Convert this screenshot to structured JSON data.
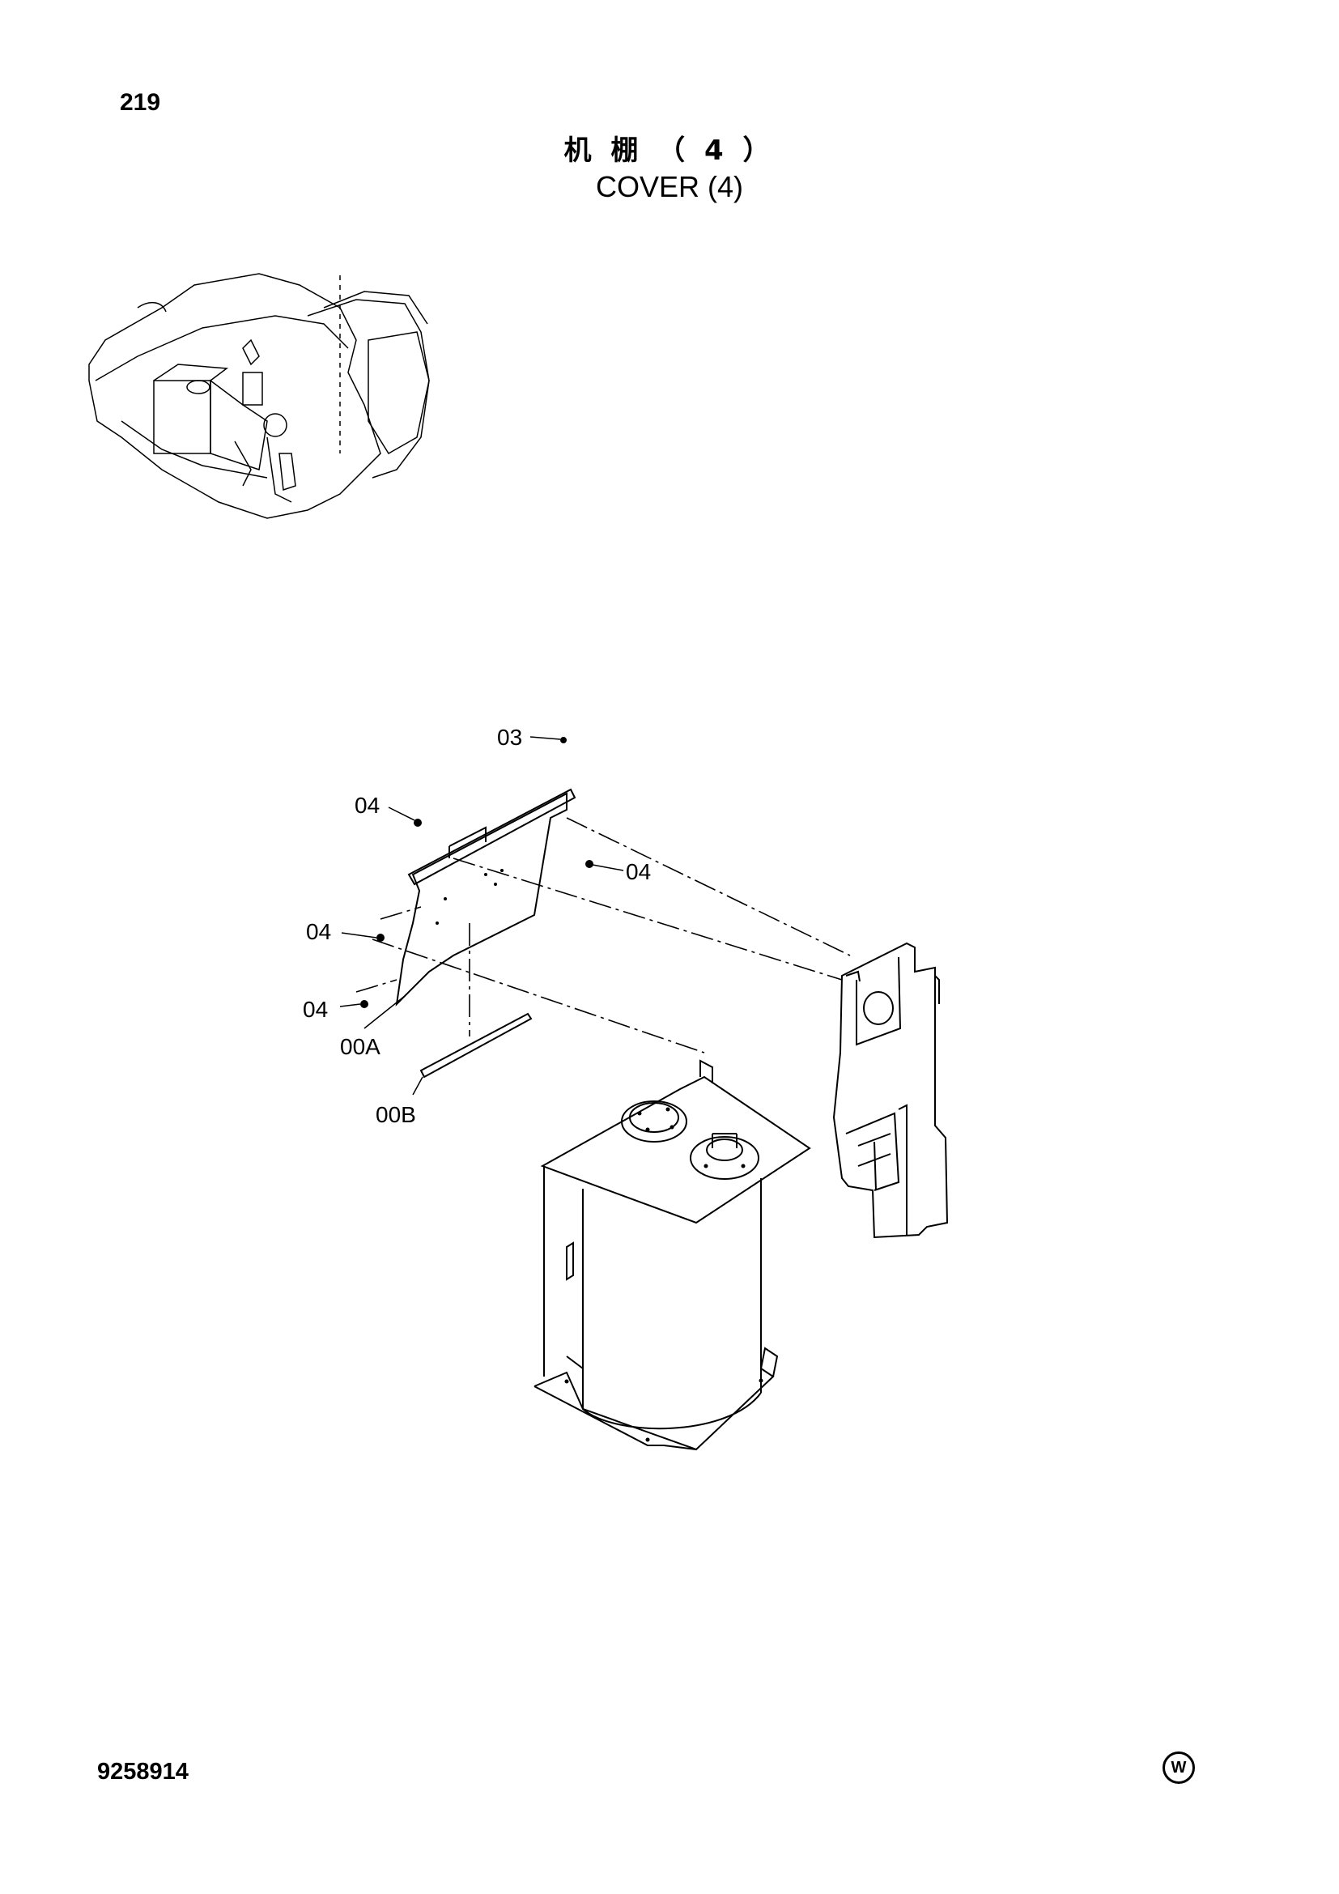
{
  "header": {
    "page_number": "219",
    "title_cn": "机 棚 （ 4 ）",
    "title_en": "COVER (4)"
  },
  "callouts": {
    "c03": "03",
    "c04_top": "04",
    "c04_right": "04",
    "c04_mid": "04",
    "c04_low": "04",
    "c00A": "00A",
    "c00B": "00B"
  },
  "footer": {
    "doc_number": "9258914",
    "mark": "W"
  }
}
